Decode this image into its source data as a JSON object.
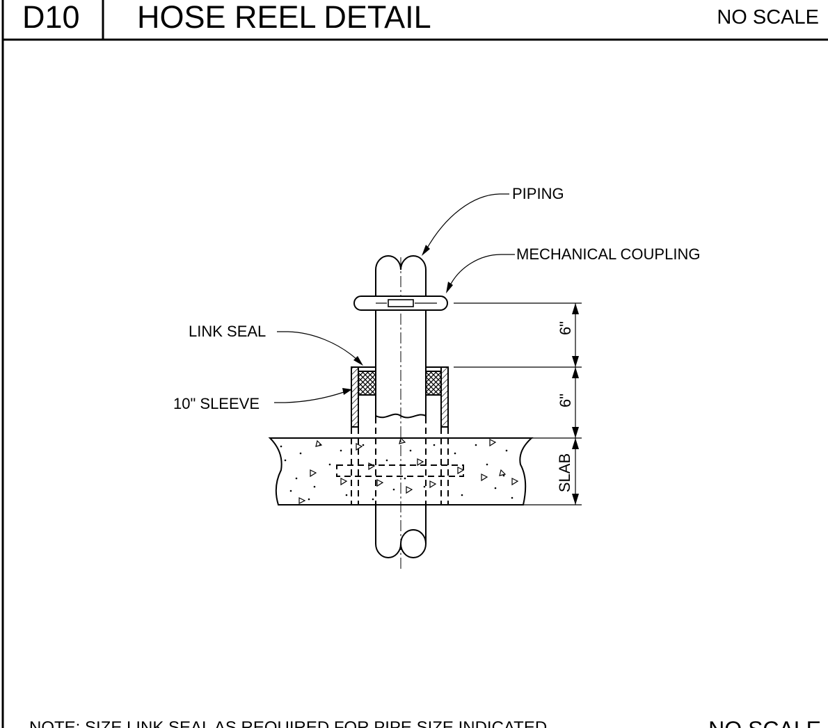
{
  "title_block": {
    "detail_id": "D10",
    "title": "HOSE REEL DETAIL",
    "scale": "NO SCALE"
  },
  "callouts": {
    "piping": "PIPING",
    "mechanical_coupling": "MECHANICAL COUPLING",
    "link_seal": "LINK SEAL",
    "sleeve": "10\" SLEEVE"
  },
  "dimensions": {
    "upper": "6\"",
    "lower": "6\"",
    "slab": "SLAB"
  },
  "footer": {
    "note": "NOTE:  SIZE LINK SEAL AS REQUIRED FOR PIPE SIZE INDICATED.",
    "scale": "NO SCALE"
  }
}
